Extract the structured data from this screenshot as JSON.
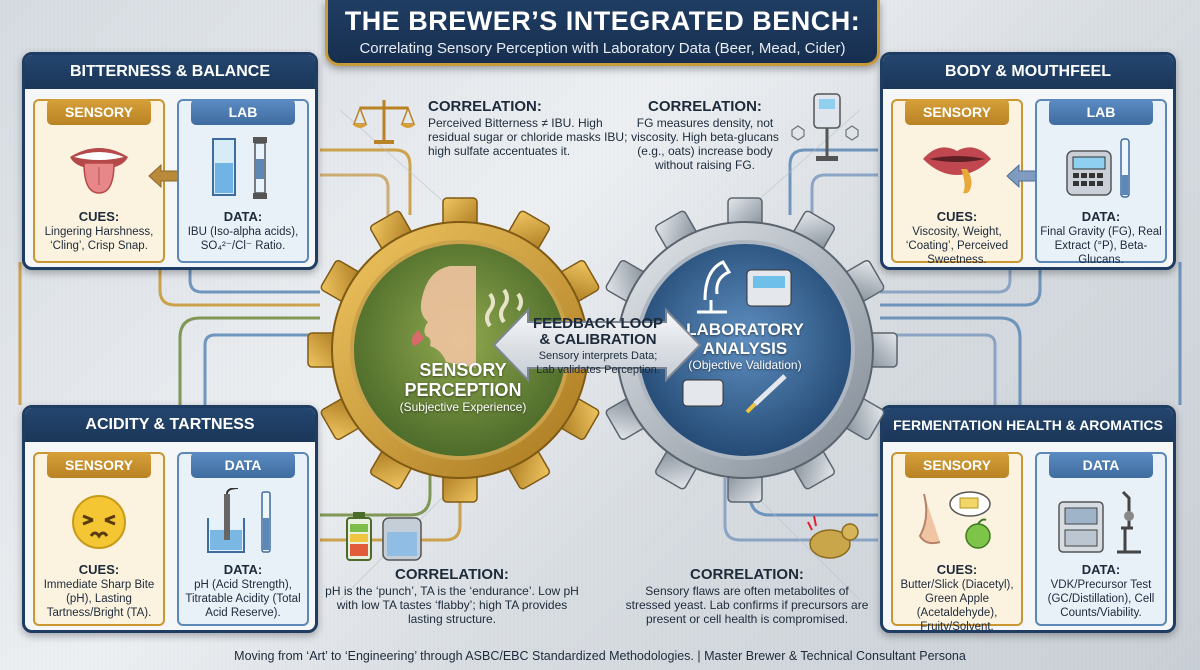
{
  "title": {
    "main": "THE BREWER’S INTEGRATED BENCH:",
    "subtitle": "Correlating Sensory Perception with Laboratory Data (Beer, Mead, Cider)"
  },
  "panels": {
    "top_left": {
      "title": "BITTERNESS & BALANCE",
      "sensory": {
        "label": "SENSORY",
        "heading": "CUES:",
        "text": "Lingering Harshness, ‘Cling’, Crisp Snap.",
        "icon": "tongue-icon"
      },
      "data": {
        "label": "LAB",
        "heading": "DATA:",
        "text": "IBU (Iso-alpha acids), SO₄²⁻/Cl⁻ Ratio.",
        "icon": "cuvette-icon"
      }
    },
    "top_right": {
      "title": "BODY & MOUTHFEEL",
      "sensory": {
        "label": "SENSORY",
        "heading": "CUES:",
        "text": "Viscosity, Weight, ‘Coating’, Perceived Sweetness.",
        "icon": "lips-icon"
      },
      "data": {
        "label": "LAB",
        "heading": "DATA:",
        "text": "Final Gravity (FG), Real Extract (°P), Beta-Glucans.",
        "icon": "density-meter-icon"
      }
    },
    "bottom_left": {
      "title": "ACIDITY & TARTNESS",
      "sensory": {
        "label": "SENSORY",
        "heading": "CUES:",
        "text": "Immediate Sharp Bite (pH), Lasting Tartness/Bright (TA).",
        "icon": "sour-face-icon"
      },
      "data": {
        "label": "DATA",
        "heading": "DATA:",
        "text": "pH (Acid Strength), Titratable Acidity (Total Acid Reserve).",
        "icon": "ph-meter-icon"
      }
    },
    "bottom_right": {
      "title": "FERMENTATION HEALTH & AROMATICS",
      "sensory": {
        "label": "SENSORY",
        "heading": "CUES:",
        "text": "Butter/Slick (Diacetyl), Green Apple (Acetaldehyde), Fruity/Solvent.",
        "icon": "nose-icon"
      },
      "data": {
        "label": "DATA",
        "heading": "DATA:",
        "text": "VDK/Precursor Test (GC/Distillation), Cell Counts/Viability.",
        "icon": "gas-chromatograph-icon"
      }
    }
  },
  "correlations": {
    "top_left": {
      "heading": "CORRELATION:",
      "text": "Perceived Bitterness ≠ IBU. High residual sugar or chloride masks IBU; high sulfate accentuates it.",
      "icon": "scales-icon"
    },
    "top_right": {
      "heading": "CORRELATION:",
      "text": "FG measures density, not viscosity. High beta-glucans (e.g., oats) increase body without raising FG.",
      "icon": "hydrometer-icon"
    },
    "bottom_left": {
      "heading": "CORRELATION:",
      "text": "pH is the ‘punch’, TA is the ‘endurance’. Low pH with low TA tastes ‘flabby’; high TA provides lasting structure.",
      "icon": "battery-icon"
    },
    "bottom_right": {
      "heading": "CORRELATION:",
      "text": "Sensory flaws are often metabolites of stressed yeast. Lab confirms if precursors are present or cell health is compromised.",
      "icon": "stressed-yeast-icon"
    }
  },
  "gears": {
    "sensory": {
      "title_line1": "SENSORY",
      "title_line2": "PERCEPTION",
      "subtitle": "(Subjective Experience)",
      "color": "#d4a640"
    },
    "lab": {
      "title_line1": "LABORATORY",
      "title_line2": "ANALYSIS",
      "subtitle": "(Objective Validation)",
      "color": "#8f99a4"
    }
  },
  "feedback": {
    "title_line1": "FEEDBACK LOOP",
    "title_line2": "& CALIBRATION",
    "line1": "Sensory interprets Data;",
    "line2": "Lab validates Perception."
  },
  "footer": "Moving from ‘Art’ to ‘Engineering’ through ASBC/EBC Standardized Methodologies. | Master Brewer & Technical Consultant Persona",
  "colors": {
    "navy": "#1f3d63",
    "gold": "#c99631",
    "blue": "#5d88b6",
    "green": "#6f8a3c"
  }
}
